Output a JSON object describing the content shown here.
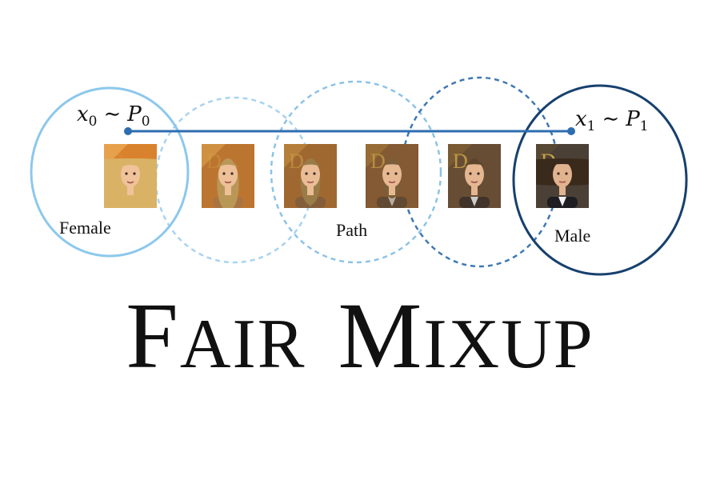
{
  "start_label": {
    "var": "x",
    "sub": "0",
    "op": "∼",
    "dist": "P",
    "dist_sub": "0"
  },
  "end_label": {
    "var": "x",
    "sub": "1",
    "op": "∼",
    "dist": "P",
    "dist_sub": "1"
  },
  "regions": {
    "female": "Female",
    "path": "Path",
    "male": "Male"
  },
  "colors": {
    "female": "#8cc8ec",
    "path_light": "#a9d3ef",
    "path_mid": "#6faad8",
    "path_dark": "#3f78b4",
    "male": "#17406e",
    "line": "#2e6db0",
    "text": "#111111"
  },
  "faces": [
    {
      "mix": 0.0
    },
    {
      "mix": 0.2
    },
    {
      "mix": 0.4
    },
    {
      "mix": 0.6
    },
    {
      "mix": 0.8
    },
    {
      "mix": 1.0
    }
  ],
  "title": {
    "word1_initial": "F",
    "word1_rest": "AIR",
    "word2_initial": "M",
    "word2_rest": "IXUP"
  }
}
